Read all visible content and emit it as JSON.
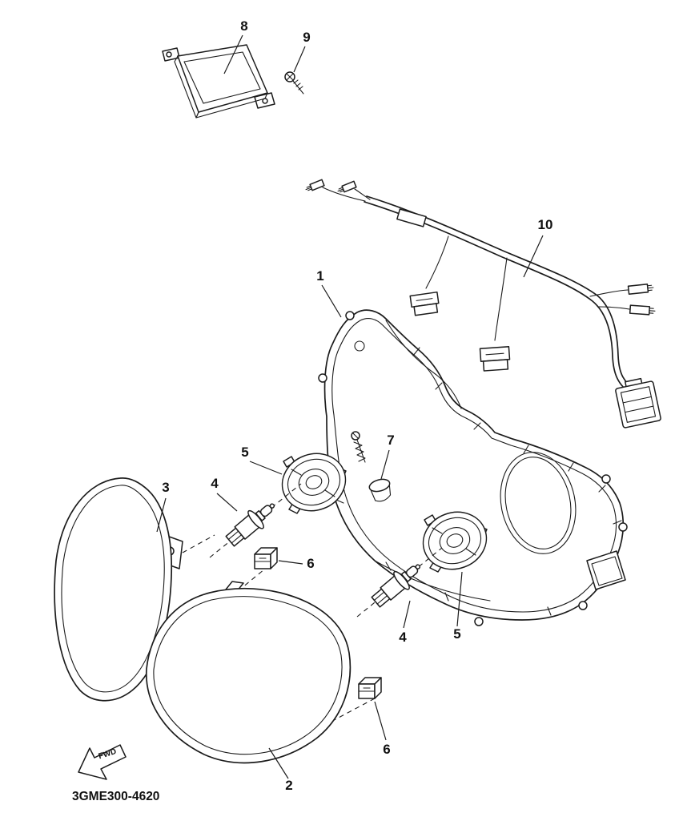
{
  "diagram": {
    "code": "3GME300-4620",
    "fwd_label": "FWD",
    "ink_color": "#1c1c1c",
    "background_color": "#ffffff",
    "callouts": [
      {
        "label": "8"
      },
      {
        "label": "9"
      },
      {
        "label": "10"
      },
      {
        "label": "1"
      },
      {
        "label": "5"
      },
      {
        "label": "7"
      },
      {
        "label": "3"
      },
      {
        "label": "4"
      },
      {
        "label": "6"
      },
      {
        "label": "4"
      },
      {
        "label": "5"
      },
      {
        "label": "6"
      },
      {
        "label": "2"
      }
    ]
  }
}
